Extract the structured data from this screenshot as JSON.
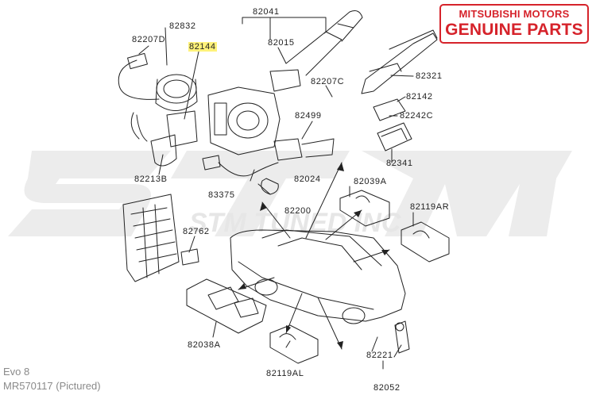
{
  "brand": {
    "line1": "MITSUBISHI MOTORS",
    "line2": "GENUINE PARTS",
    "color": "#d6232b"
  },
  "watermark": {
    "primary": "STM",
    "secondary": "STM TUNED INC."
  },
  "part_labels": [
    {
      "id": "82041",
      "text": "82041",
      "highlight": false
    },
    {
      "id": "82832",
      "text": "82832",
      "highlight": false
    },
    {
      "id": "82207D",
      "text": "82207D",
      "highlight": false
    },
    {
      "id": "82144",
      "text": "82144",
      "highlight": true
    },
    {
      "id": "82015",
      "text": "82015",
      "highlight": false
    },
    {
      "id": "82207C",
      "text": "82207C",
      "highlight": false
    },
    {
      "id": "82321",
      "text": "82321",
      "highlight": false
    },
    {
      "id": "82142",
      "text": "82142",
      "highlight": false
    },
    {
      "id": "82242C",
      "text": "82242C",
      "highlight": false
    },
    {
      "id": "82499",
      "text": "82499",
      "highlight": false
    },
    {
      "id": "82341",
      "text": "82341",
      "highlight": false
    },
    {
      "id": "82213B",
      "text": "82213B",
      "highlight": false
    },
    {
      "id": "82024",
      "text": "82024",
      "highlight": false
    },
    {
      "id": "83375",
      "text": "83375",
      "highlight": false
    },
    {
      "id": "82039A",
      "text": "82039A",
      "highlight": false
    },
    {
      "id": "82200",
      "text": "82200",
      "highlight": false
    },
    {
      "id": "82119AR",
      "text": "82119AR",
      "highlight": false
    },
    {
      "id": "82762",
      "text": "82762",
      "highlight": false
    },
    {
      "id": "82038A",
      "text": "82038A",
      "highlight": false
    },
    {
      "id": "82221",
      "text": "82221",
      "highlight": false
    },
    {
      "id": "82119AL",
      "text": "82119AL",
      "highlight": false
    },
    {
      "id": "82052",
      "text": "82052",
      "highlight": false
    }
  ],
  "footer": {
    "model": "Evo 8",
    "part_number": "MR570117  (Pictured)"
  },
  "colors": {
    "highlight": "#fff27a",
    "line": "#222222",
    "watermark": "#e9e9e9"
  }
}
